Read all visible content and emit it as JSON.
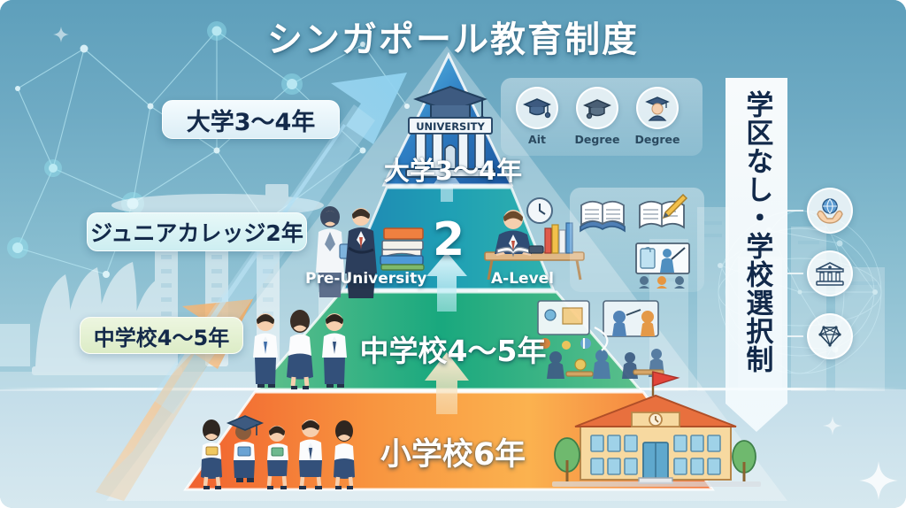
{
  "title": "シンガポール教育制度",
  "pyramid": {
    "tiers": [
      {
        "id": "university",
        "label": "大学3〜4年",
        "color": "#1f63a8",
        "badge_color": "#dceef6"
      },
      {
        "id": "pre-university",
        "label": "2",
        "color": "#2aa3b8",
        "sub_left": "Pre-University",
        "sub_right": "A-Level"
      },
      {
        "id": "secondary",
        "label": "中学校4〜5年",
        "color": "#3fae7a"
      },
      {
        "id": "primary",
        "label": "小学校6年",
        "color": "#f58d3d"
      }
    ],
    "university_building_label": "UNIVERSITY"
  },
  "chips": [
    {
      "id": "chip-university",
      "label": "大学3〜4年"
    },
    {
      "id": "chip-junior-college",
      "label": "ジュニアカレッジ2年"
    },
    {
      "id": "chip-secondary",
      "label": "中学校4〜5年"
    }
  ],
  "degrees": [
    {
      "icon": "graduation-cap-icon",
      "caption": "Ait"
    },
    {
      "icon": "graduation-cap-icon",
      "caption": "Degree"
    },
    {
      "icon": "graduate-person-icon",
      "caption": "Degree"
    }
  ],
  "right_ribbon": {
    "text": "学区なし・学校選択制"
  },
  "right_icons": [
    {
      "icon": "globe-in-hands-icon"
    },
    {
      "icon": "institution-building-icon"
    },
    {
      "icon": "network-globe-icon"
    }
  ],
  "colors": {
    "background_top": "#5e9fbb",
    "background_bottom": "#d6e8ef",
    "tier_university": "#1f63a8",
    "tier_preuniversity": "#2aa3b8",
    "tier_secondary": "#3fae7a",
    "tier_primary": "#f58d3d",
    "title_text": "#ffffff",
    "chip_text": "#142a4a"
  }
}
